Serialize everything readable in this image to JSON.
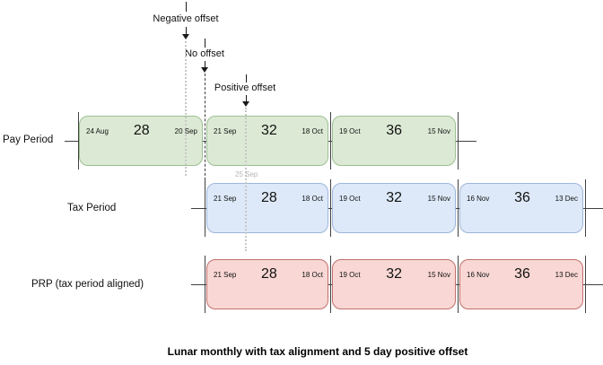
{
  "offset_markers": [
    {
      "label": "Negative offset"
    },
    {
      "label": "No offset"
    },
    {
      "label": "Positive offset"
    }
  ],
  "offset_date_label": "25 Sep",
  "rows": [
    {
      "label": "Pay Period",
      "fill": "#dcead5",
      "border": "#9cbf92",
      "periods": [
        {
          "start": "24 Aug",
          "days": "28",
          "end": "20 Sep"
        },
        {
          "start": "21 Sep",
          "days": "32",
          "end": "18 Oct"
        },
        {
          "start": "19 Oct",
          "days": "36",
          "end": "15 Nov"
        }
      ]
    },
    {
      "label": "Tax Period",
      "fill": "#dde9f8",
      "border": "#9db6da",
      "periods": [
        {
          "start": "21 Sep",
          "days": "28",
          "end": "18 Oct"
        },
        {
          "start": "19 Oct",
          "days": "32",
          "end": "15 Nov"
        },
        {
          "start": "16 Nov",
          "days": "36",
          "end": "13 Dec"
        }
      ]
    },
    {
      "label": "PRP (tax period aligned)",
      "fill": "#f8d7d4",
      "border": "#c36f6c",
      "periods": [
        {
          "start": "21 Sep",
          "days": "28",
          "end": "18 Oct"
        },
        {
          "start": "19 Oct",
          "days": "32",
          "end": "15 Nov"
        },
        {
          "start": "16 Nov",
          "days": "36",
          "end": "13 Dec"
        }
      ]
    }
  ],
  "caption": "Lunar monthly with tax alignment and 5 day positive offset"
}
